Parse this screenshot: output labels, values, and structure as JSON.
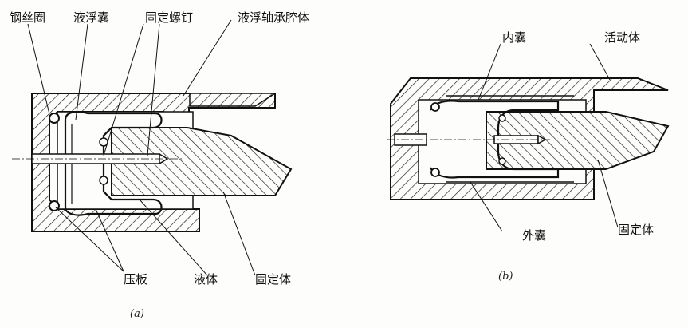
{
  "diagram_a": {
    "caption": "(a)",
    "labels": {
      "steel_ring": "钢丝圈",
      "float_bag": "液浮囊",
      "fixing_screw": "固定螺钉",
      "bearing_cavity": "液浮轴承腔体",
      "pressure_plate": "压板",
      "liquid": "液体",
      "fixed_body": "固定体"
    }
  },
  "diagram_b": {
    "caption": "(b)",
    "labels": {
      "inner_bag": "内囊",
      "moving_body": "活动体",
      "outer_bag": "外囊",
      "fixed_body": "固定体"
    }
  }
}
